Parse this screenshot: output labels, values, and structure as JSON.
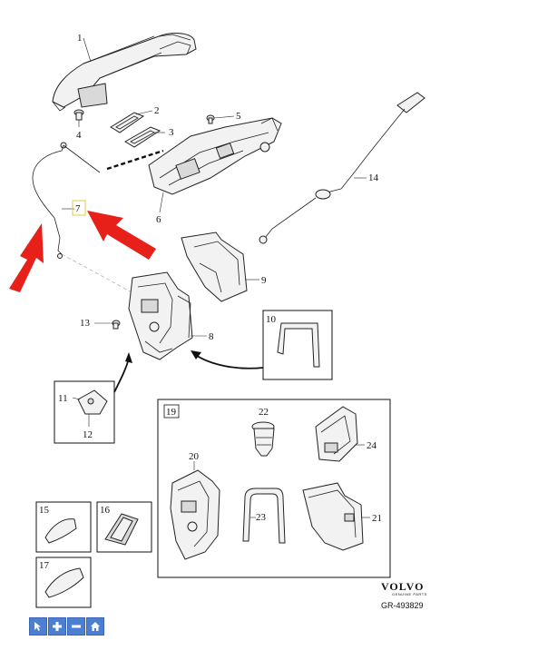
{
  "callouts": {
    "c1": "1",
    "c2": "2",
    "c3": "3",
    "c4": "4",
    "c5": "5",
    "c6": "6",
    "c7": "7",
    "c8": "8",
    "c9": "9",
    "c10": "10",
    "c11": "11",
    "c12": "12",
    "c13": "13",
    "c14": "14",
    "c15": "15",
    "c16": "16",
    "c17": "17",
    "c19": "19",
    "c20": "20",
    "c21": "21",
    "c22": "22",
    "c23": "23",
    "c24": "24"
  },
  "brand": {
    "name": "VOLVO",
    "sub": "GENUINE PARTS",
    "ref": "GR-493829"
  },
  "colors": {
    "highlight_arrow": "#e8201a",
    "callout_box_highlight": "#e8c84a",
    "toolbar_button": "#4a7fd4"
  },
  "toolbar": {
    "buttons": [
      {
        "icon": "pointer-icon"
      },
      {
        "icon": "zoom-in-icon"
      },
      {
        "icon": "zoom-out-icon"
      },
      {
        "icon": "home-icon"
      }
    ]
  }
}
